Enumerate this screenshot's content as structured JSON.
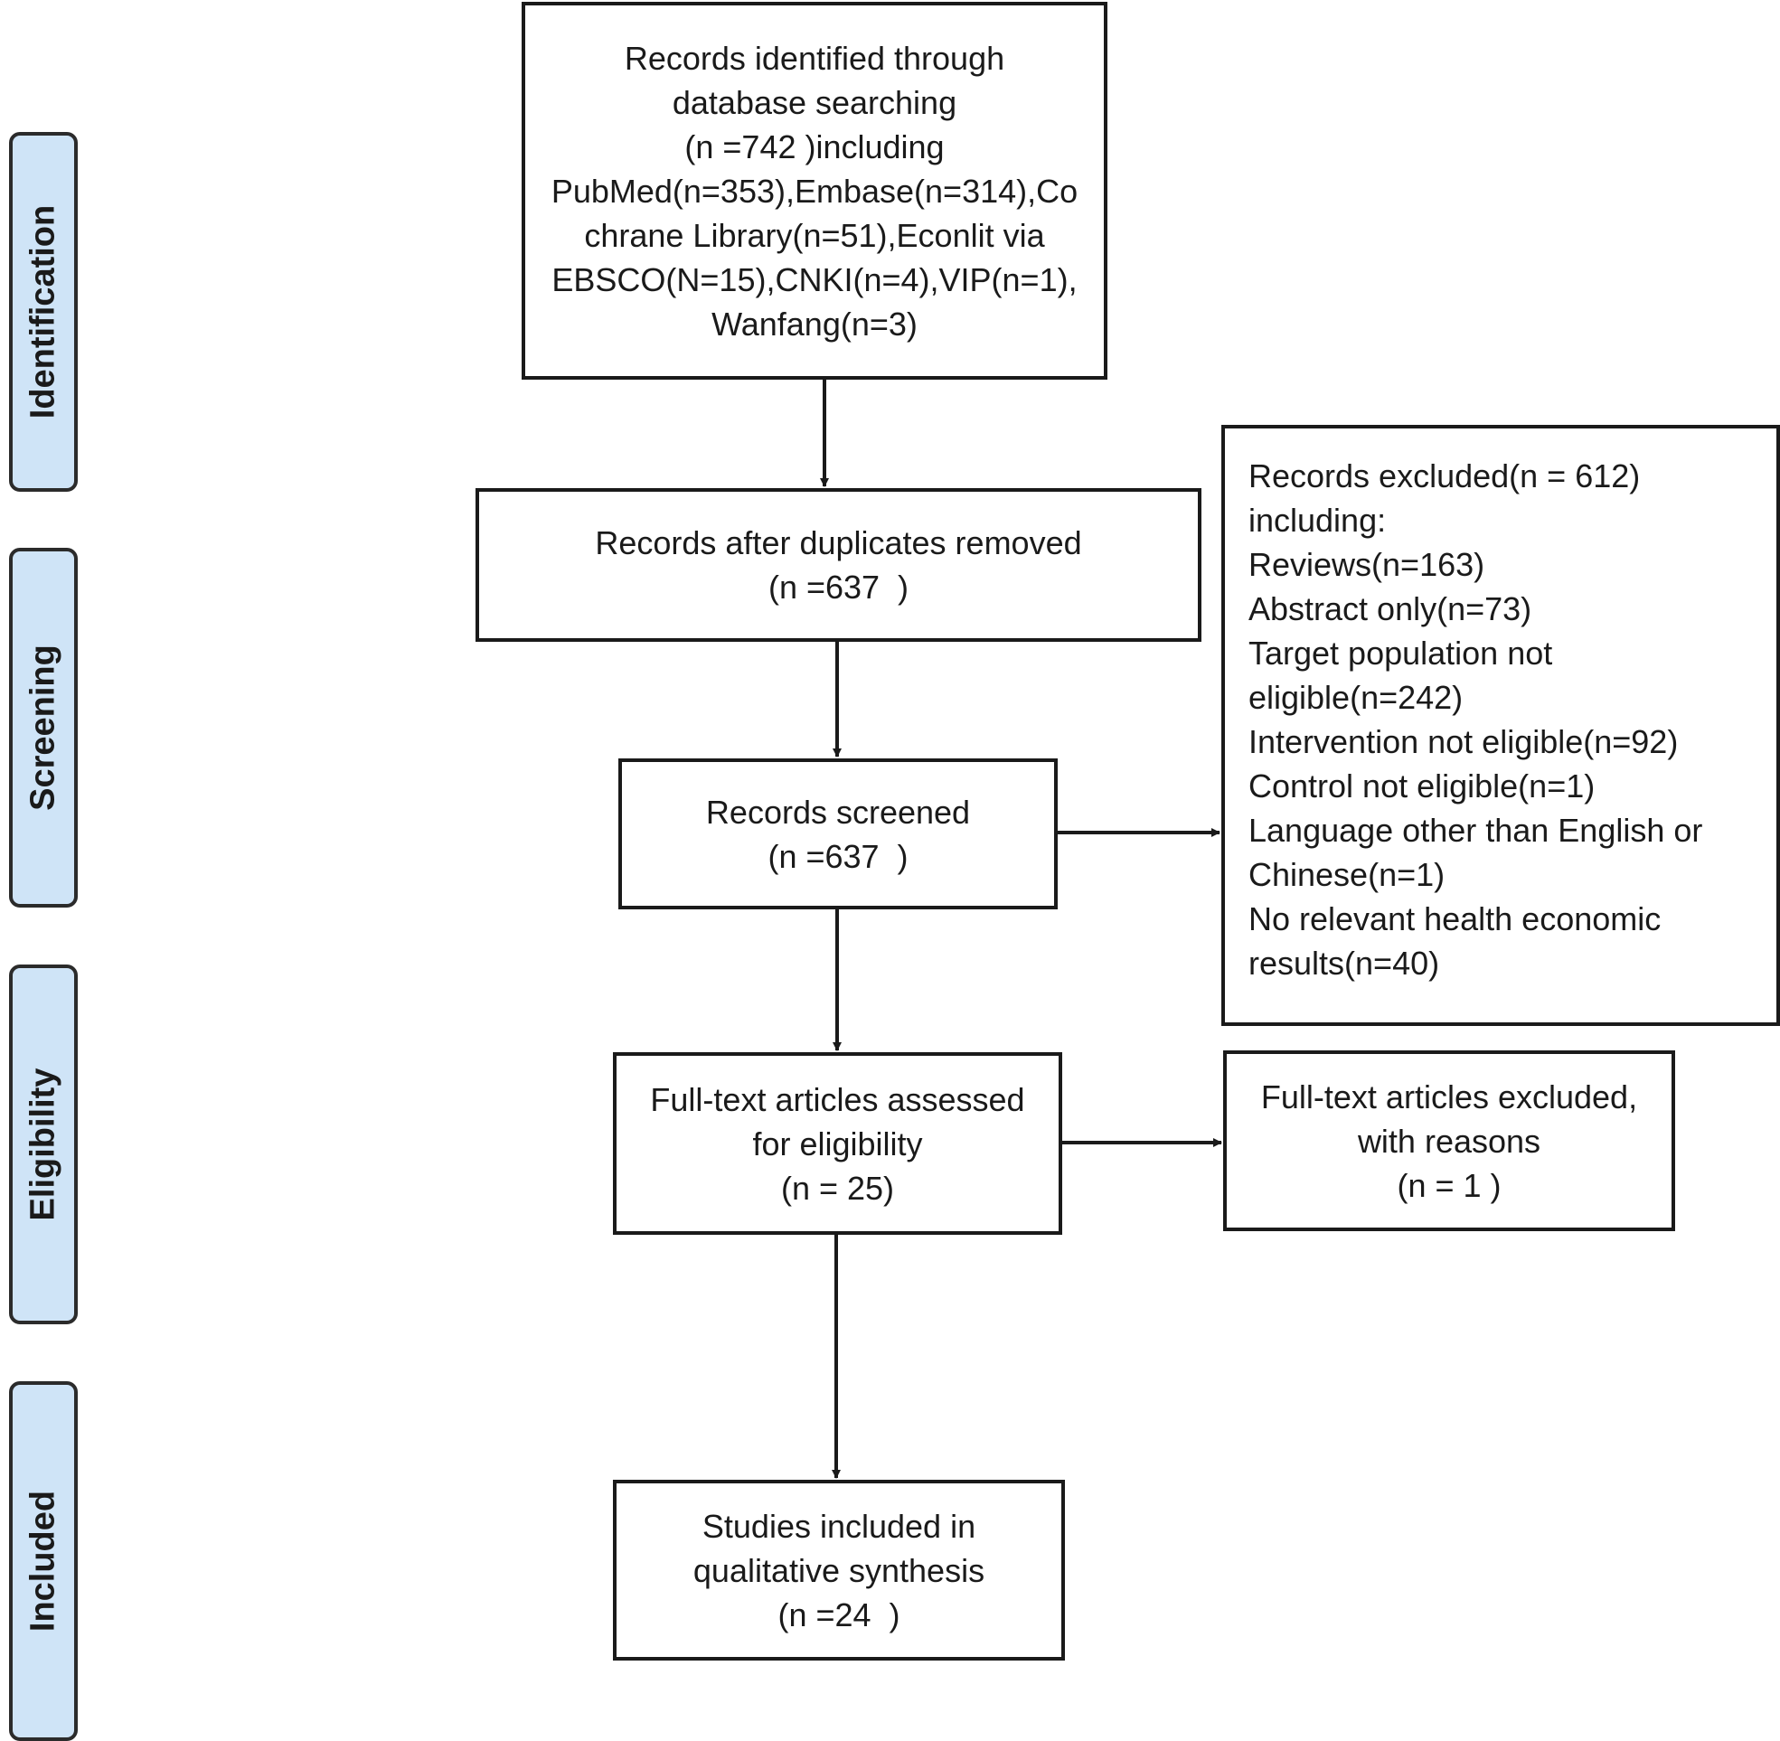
{
  "stages": {
    "identification": "Identification",
    "screening": "Screening",
    "eligibility": "Eligibility",
    "included": "Included"
  },
  "boxes": {
    "identified": {
      "lines": [
        "Records identified through",
        "database searching",
        "(n =742 )including",
        "PubMed(n=353),Embase(n=314),Co",
        "chrane Library(n=51),Econlit via",
        "EBSCO(N=15),CNKI(n=4),VIP(n=1),",
        "Wanfang(n=3)"
      ]
    },
    "duplicates_removed": {
      "lines": [
        "Records after duplicates removed",
        "(n =637  )"
      ]
    },
    "screened": {
      "lines": [
        "Records screened",
        "(n =637  )"
      ]
    },
    "excluded_records": {
      "lines": [
        "Records excluded(n = 612)",
        "including:",
        "Reviews(n=163)",
        "Abstract only(n=73)",
        "Target population not",
        "eligible(n=242)",
        "Intervention not eligible(n=92)",
        "Control not eligible(n=1)",
        "Language other than English or",
        "Chinese(n=1)",
        "No relevant health economic",
        "results(n=40)"
      ]
    },
    "full_text_assessed": {
      "lines": [
        "Full-text articles assessed",
        "for eligibility",
        "(n = 25)"
      ]
    },
    "full_text_excluded": {
      "lines": [
        "Full-text articles excluded,",
        "with reasons",
        "(n = 1 )"
      ]
    },
    "included_studies": {
      "lines": [
        "Studies included in",
        "qualitative synthesis",
        "(n =24  )"
      ]
    }
  }
}
